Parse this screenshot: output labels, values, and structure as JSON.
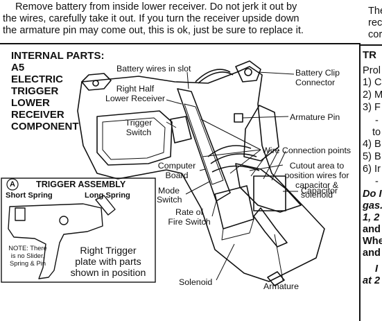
{
  "intro": {
    "line1": "Remove battery from inside lower receiver.  Do not jerk it out by",
    "line2": "the wires, carefully take it out.  If you turn the receiver upside down",
    "line3": "the armature pin may come out, this is ok, just be sure to replace it."
  },
  "right_top": [
    "The",
    "rec",
    "cor"
  ],
  "section_title": [
    "INTERNAL PARTS:",
    "A5",
    "ELECTRIC",
    "TRIGGER",
    "LOWER",
    "RECEIVER",
    "COMPONENT"
  ],
  "callouts": {
    "battery_wires": "Battery wires in slot",
    "right_half": [
      "Right Half",
      "Lower Receiver"
    ],
    "trigger_switch": [
      "Trigger",
      "Switch"
    ],
    "battery_clip": [
      "Battery Clip",
      "Connector"
    ],
    "armature_pin": "Armature Pin",
    "wire_points": "Wire Connection points",
    "cutout": [
      "Cutout area to",
      "position wires for",
      "capacitor &",
      "solenoid"
    ],
    "computer_board": [
      "Computer",
      "Board"
    ],
    "mode_switch": [
      "Mode",
      "Switch"
    ],
    "capacitor": "Capacitor",
    "rate_of_fire": [
      "Rate of",
      "Fire Switch"
    ],
    "solenoid": "Solenoid",
    "armature": "Armature"
  },
  "trigger_assembly": {
    "badge": "A",
    "title": "TRIGGER ASSEMBLY",
    "short_spring": "Short Spring",
    "long_spring": "Long Spring",
    "note": [
      "NOTE: There",
      "is no Slider,",
      "Spring & Pin"
    ],
    "caption": [
      "Right Trigger",
      "plate with parts",
      "shown in position"
    ]
  },
  "right_column": {
    "header": "TR",
    "lines": [
      "Prol",
      "1) C",
      "2) M",
      "3) F",
      "-",
      "to",
      "4) B",
      "5) B",
      "6) Ir",
      "-",
      "Do I",
      "gas.",
      "1, 2",
      "and",
      "Whe",
      "and",
      "I",
      "at 2"
    ]
  }
}
